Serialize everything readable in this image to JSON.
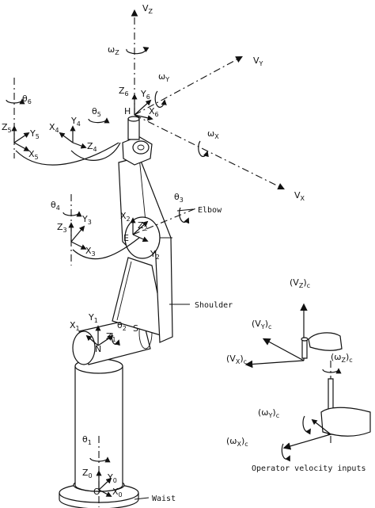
{
  "labels": {
    "vz": "V",
    "vz_sub": "Z",
    "vy": "V",
    "vy_sub": "Y",
    "vx": "V",
    "vx_sub": "X",
    "wz": "ω",
    "wz_sub": "Z",
    "wy": "ω",
    "wy_sub": "Y",
    "wx": "ω",
    "wx_sub": "X",
    "z6": "Z",
    "z6_sub": "6",
    "y6": "Y",
    "y6_sub": "6",
    "x6": "X",
    "x6_sub": "6",
    "h": "H",
    "theta6": "θ",
    "theta6_sub": "6",
    "theta5": "θ",
    "theta5_sub": "5",
    "z5": "Z",
    "z5_sub": "5",
    "y5": "Y",
    "y5_sub": "5",
    "x5": "X",
    "x5_sub": "5",
    "x4": "X",
    "x4_sub": "4",
    "y4": "Y",
    "y4_sub": "4",
    "z4": "Z",
    "z4_sub": "4",
    "theta4": "θ",
    "theta4_sub": "4",
    "z3": "Z",
    "z3_sub": "3",
    "y3": "Y",
    "y3_sub": "3",
    "x3": "X",
    "x3_sub": "3",
    "theta3": "θ",
    "theta3_sub": "3",
    "elbow": "Elbow",
    "x2": "X",
    "x2_sub": "2",
    "z2": "Z",
    "z2_sub": "2",
    "y2": "Y",
    "y2_sub": "2",
    "e": "E",
    "shoulder": "Shoulder",
    "x1": "X",
    "x1_sub": "1",
    "y1": "Y",
    "y1_sub": "1",
    "z1": "Z",
    "z1_sub": "1",
    "theta2": "θ",
    "theta2_sub": "2",
    "n": "N",
    "s": "S",
    "theta1": "θ",
    "theta1_sub": "1",
    "z0": "Z",
    "z0_sub": "0",
    "y0": "Y",
    "y0_sub": "0",
    "x0": "X",
    "x0_sub": "0",
    "o": "O",
    "waist": "Waist",
    "cvz": "(V",
    "cvz_sub": "Z",
    "cvz_end": ")",
    "cvz_c": "c",
    "cvy": "(V",
    "cvy_sub": "Y",
    "cvy_end": ")",
    "cvy_c": "c",
    "cvx": "(V",
    "cvx_sub": "X",
    "cvx_end": ")",
    "cvx_c": "c",
    "cwz": "(ω",
    "cwz_sub": "Z",
    "cwz_end": ")",
    "cwz_c": "c",
    "cwy": "(ω",
    "cwy_sub": "Y",
    "cwy_end": ")",
    "cwy_c": "c",
    "cwx": "(ω",
    "cwx_sub": "X",
    "cwx_end": ")",
    "cwx_c": "c",
    "operator": "Operator velocity inputs"
  }
}
